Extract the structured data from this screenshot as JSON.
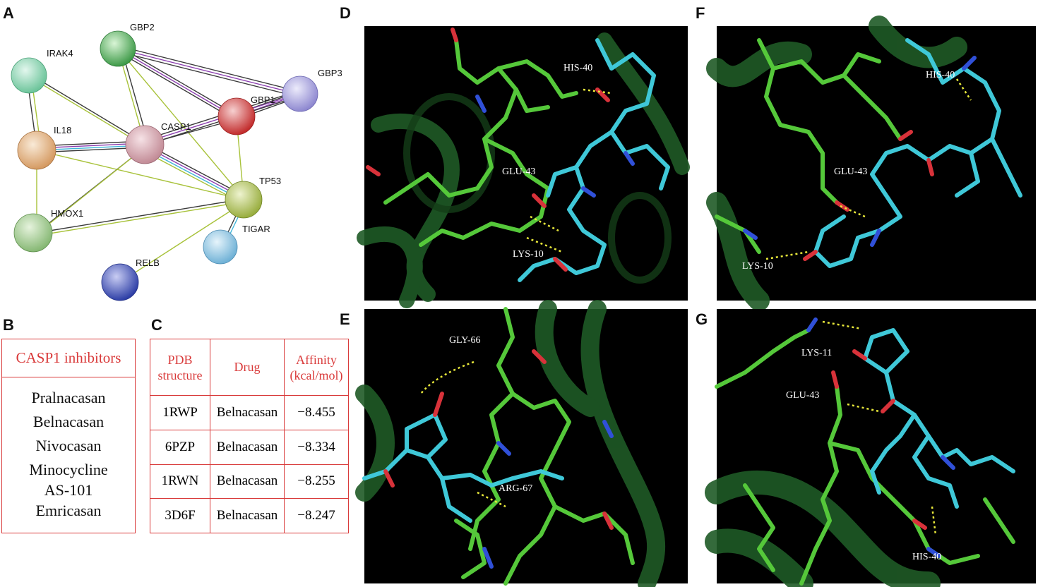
{
  "panels": {
    "a": "A",
    "b": "B",
    "c": "C",
    "d": "D",
    "e": "E",
    "f": "F",
    "g": "G"
  },
  "network": {
    "nodes": [
      "GBP2",
      "IRAK4",
      "GBP3",
      "GBP1",
      "CASP1",
      "IL18",
      "TP53",
      "HMOX1",
      "TIGAR",
      "RELB"
    ]
  },
  "inhibitors": {
    "title": "CASP1 inhibitors",
    "items": [
      "Pralnacasan",
      "Belnacasan",
      "Nivocasan",
      "Minocycline",
      "AS-101",
      "Emricasan"
    ]
  },
  "docking_table": {
    "headers": [
      [
        "PDB",
        "structure"
      ],
      [
        "Drug"
      ],
      [
        "Affinity",
        "(kcal/mol)"
      ]
    ],
    "rows": [
      {
        "pdb": "1RWP",
        "drug": "Belnacasan",
        "affinity": "−8.455"
      },
      {
        "pdb": "6PZP",
        "drug": "Belnacasan",
        "affinity": "−8.334"
      },
      {
        "pdb": "1RWN",
        "drug": "Belnacasan",
        "affinity": "−8.255"
      },
      {
        "pdb": "3D6F",
        "drug": "Belnacasan",
        "affinity": "−8.247"
      }
    ]
  },
  "docking_d": {
    "labels": [
      "HIS-40",
      "GLU-43",
      "LYS-10"
    ]
  },
  "docking_e": {
    "labels": [
      "GLY-66",
      "ARG-67"
    ]
  },
  "docking_f": {
    "labels": [
      "HIS-40",
      "GLU-43",
      "LYS-10"
    ]
  },
  "docking_g": {
    "labels": [
      "LYS-11",
      "GLU-43",
      "HIS-40"
    ]
  },
  "colors": {
    "accent_red": "#d93a3a",
    "ligand_cyan": "#3fc8d8",
    "residue_green": "#55c83a",
    "protein_dark_green": "#1f5a26",
    "hbond_yellow": "#e8e83a"
  }
}
